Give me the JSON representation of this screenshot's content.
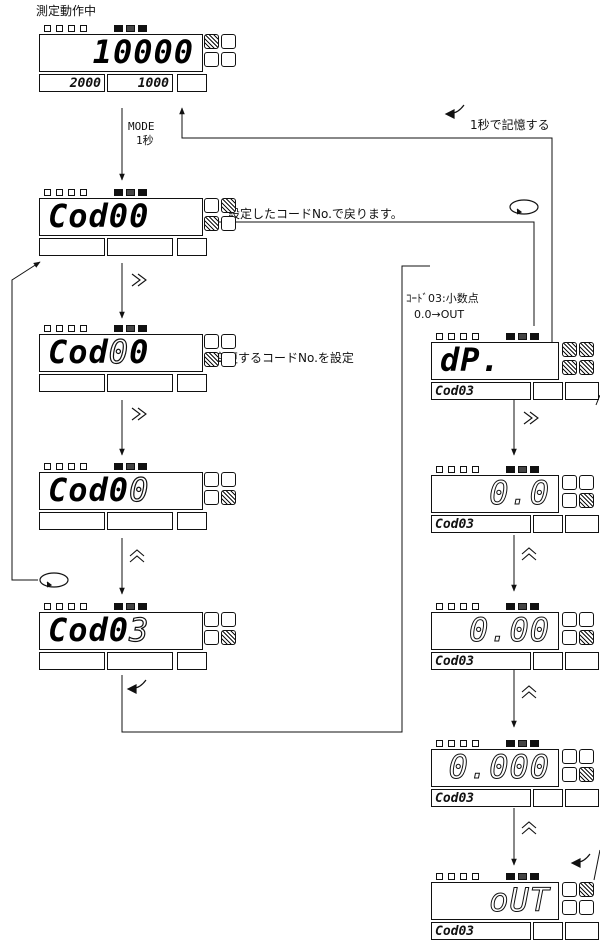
{
  "labels": {
    "title": "測定動作中",
    "mode": "MODE",
    "mode_time": "1秒",
    "save": "1秒で記憶する",
    "return_note": "設定したコードNo.で戻ります。",
    "set_code_note": "変更するコードNo.を設定",
    "code03_line1": "ｺｰﾄﾞ03:小数点",
    "code03_line2": "0.0→OUT"
  },
  "panels": {
    "p1": {
      "main": "10000",
      "sub1": "2000",
      "sub2": "1000"
    },
    "p2": {
      "main": "Cod00"
    },
    "p3": {
      "main_a": "Cod",
      "main_b": "0",
      "main_c": "0"
    },
    "p4": {
      "main_a": "Cod0",
      "main_b": "0"
    },
    "p5": {
      "main_a": "Cod0",
      "main_b": "3"
    },
    "r1": {
      "main": "dP.",
      "sub": "Cod03"
    },
    "r2": {
      "main": "0.0",
      "sub": "Cod03"
    },
    "r3": {
      "main": "0.00",
      "sub": "Cod03"
    },
    "r4": {
      "main": "0.000",
      "sub": "Cod03"
    },
    "r5": {
      "main": "oUT",
      "sub": "Cod03"
    }
  }
}
